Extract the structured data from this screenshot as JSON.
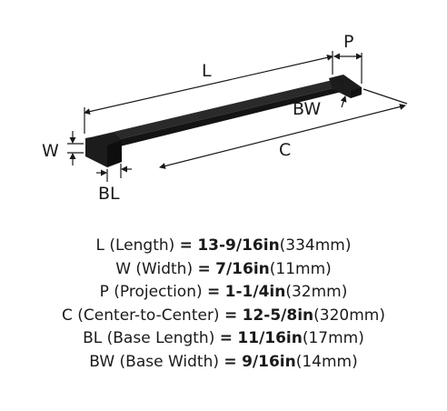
{
  "dimension_labels": {
    "length": "L",
    "projection": "P",
    "width": "W",
    "base_width": "BW",
    "center_to_center": "C",
    "base_length": "BL"
  },
  "specs": [
    {
      "code": "L",
      "name": "(Length)",
      "eq": "=",
      "value": "13-9/16in",
      "metric": "(334mm)"
    },
    {
      "code": "W",
      "name": "(Width)",
      "eq": "=",
      "value": "7/16in",
      "metric": "(11mm)"
    },
    {
      "code": "P",
      "name": "(Projection)",
      "eq": "=",
      "value": "1-1/4in",
      "metric": "(32mm)"
    },
    {
      "code": "C",
      "name": "(Center-to-Center)",
      "eq": "=",
      "value": "12-5/8in",
      "metric": "(320mm)"
    },
    {
      "code": "BL",
      "name": "(Base Length)",
      "eq": "=",
      "value": "11/16in",
      "metric": "(17mm)"
    },
    {
      "code": "BW",
      "name": "(Base Width)",
      "eq": "=",
      "value": "9/16in",
      "metric": "(14mm)"
    }
  ],
  "colors": {
    "product": "#1b1b1b",
    "lines": "#1a1a1a",
    "background": "#ffffff"
  }
}
